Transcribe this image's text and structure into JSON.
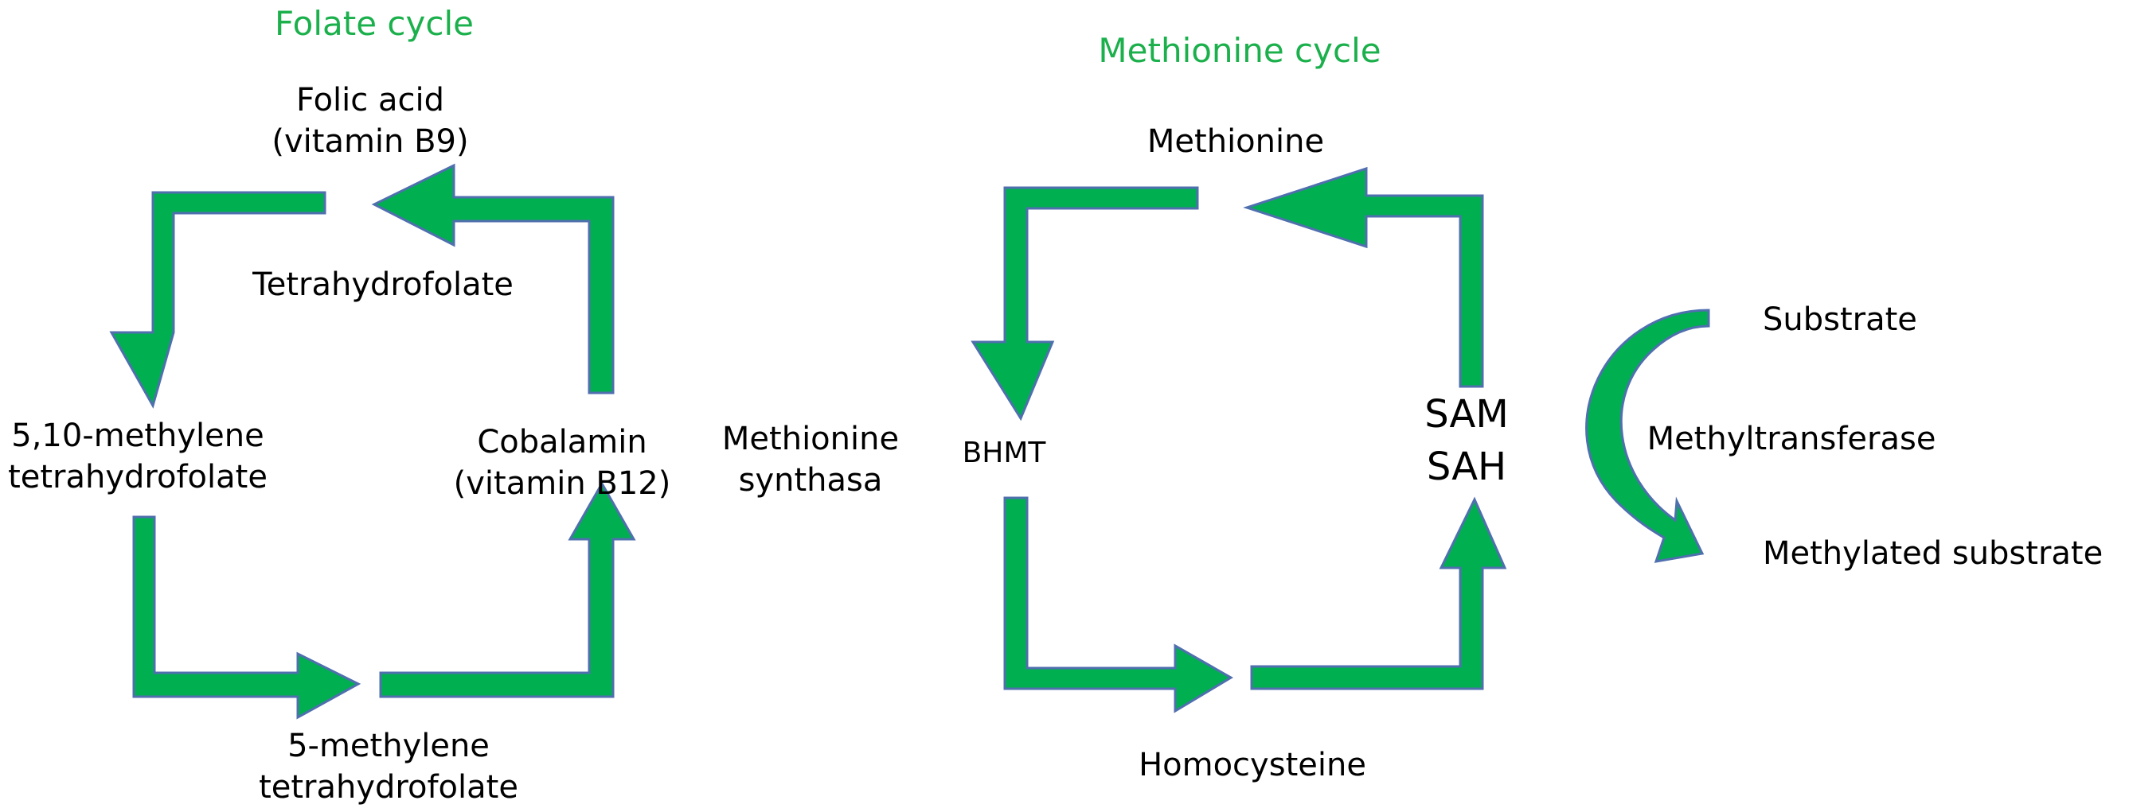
{
  "colors": {
    "arrow_fill": "#00b050",
    "arrow_stroke": "#4f6fae",
    "title_text": "#1bb04c",
    "text": "#000000"
  },
  "folate_cycle": {
    "title": "Folate cycle",
    "folic_acid": [
      "Folic acid",
      "(vitamin B9)"
    ],
    "tetrahydrofolate": "Tetrahydrofolate",
    "methylene_thf_510": [
      "5,10-methylene",
      "tetrahydrofolate"
    ],
    "cobalamin": [
      "Cobalamin",
      "(vitamin B12)"
    ],
    "methylene_thf_5": [
      "5-methylene",
      "tetrahydrofolate"
    ]
  },
  "methionine_synthase": [
    "Methionine",
    "synthasa"
  ],
  "methionine_cycle": {
    "title": "Methionine cycle",
    "methionine": "Methionine",
    "bhmt": "BHMT",
    "sam": "SAM",
    "sah": "SAH",
    "homocysteine": "Homocysteine"
  },
  "methylation": {
    "substrate": "Substrate",
    "enzyme": "Methyltransferase",
    "product": "Methylated substrate"
  }
}
